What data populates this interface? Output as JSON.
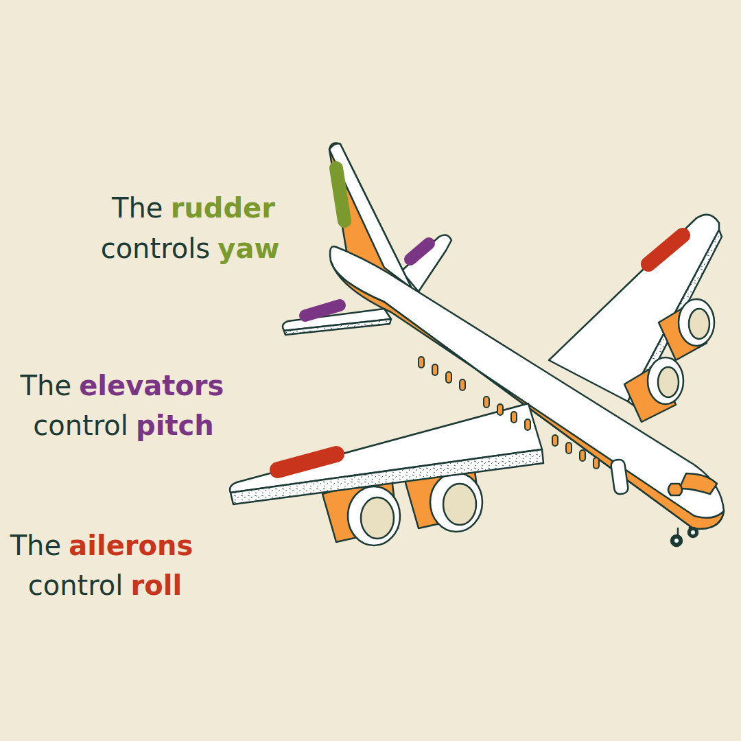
{
  "diagram": {
    "labels": [
      "The",
      "rudder",
      "controls",
      "yaw",
      "The",
      "elevators",
      "control",
      "pitch",
      "The",
      "ailerons",
      "control",
      "roll"
    ]
  }
}
